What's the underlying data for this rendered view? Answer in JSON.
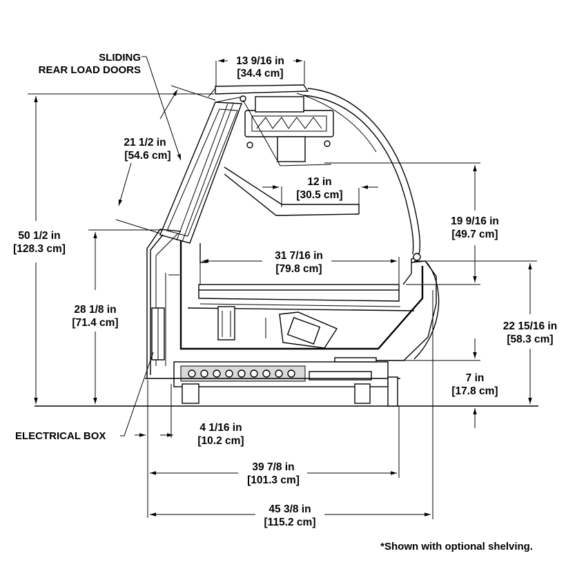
{
  "labels": {
    "sliding_line1": "SLIDING",
    "sliding_line2": "REAR LOAD DOORS",
    "electrical_box": "ELECTRICAL BOX"
  },
  "dimensions": {
    "top_canopy": {
      "imperial": "13 9/16 in",
      "metric": "[34.4 cm]"
    },
    "door": {
      "imperial": "21 1/2 in",
      "metric": "[54.6 cm]"
    },
    "shelf_depth": {
      "imperial": "12 in",
      "metric": "[30.5 cm]"
    },
    "overall_height": {
      "imperial": "50 1/2 in",
      "metric": "[128.3 cm]"
    },
    "glass_height": {
      "imperial": "19 9/16 in",
      "metric": "[49.7 cm]"
    },
    "deck_width": {
      "imperial": "31 7/16 in",
      "metric": "[79.8 cm]"
    },
    "rear_height": {
      "imperial": "28 1/8 in",
      "metric": "[71.4 cm]"
    },
    "front_height": {
      "imperial": "22 15/16 in",
      "metric": "[58.3 cm]"
    },
    "kick_height": {
      "imperial": "7 in",
      "metric": "[17.8 cm]"
    },
    "electrical_offset": {
      "imperial": "4 1/16 in",
      "metric": "[10.2 cm]"
    },
    "base_depth": {
      "imperial": "39 7/8 in",
      "metric": "[101.3 cm]"
    },
    "overall_depth": {
      "imperial": "45 3/8 in",
      "metric": "[115.2 cm]"
    }
  },
  "footnote": "*Shown with optional shelving."
}
